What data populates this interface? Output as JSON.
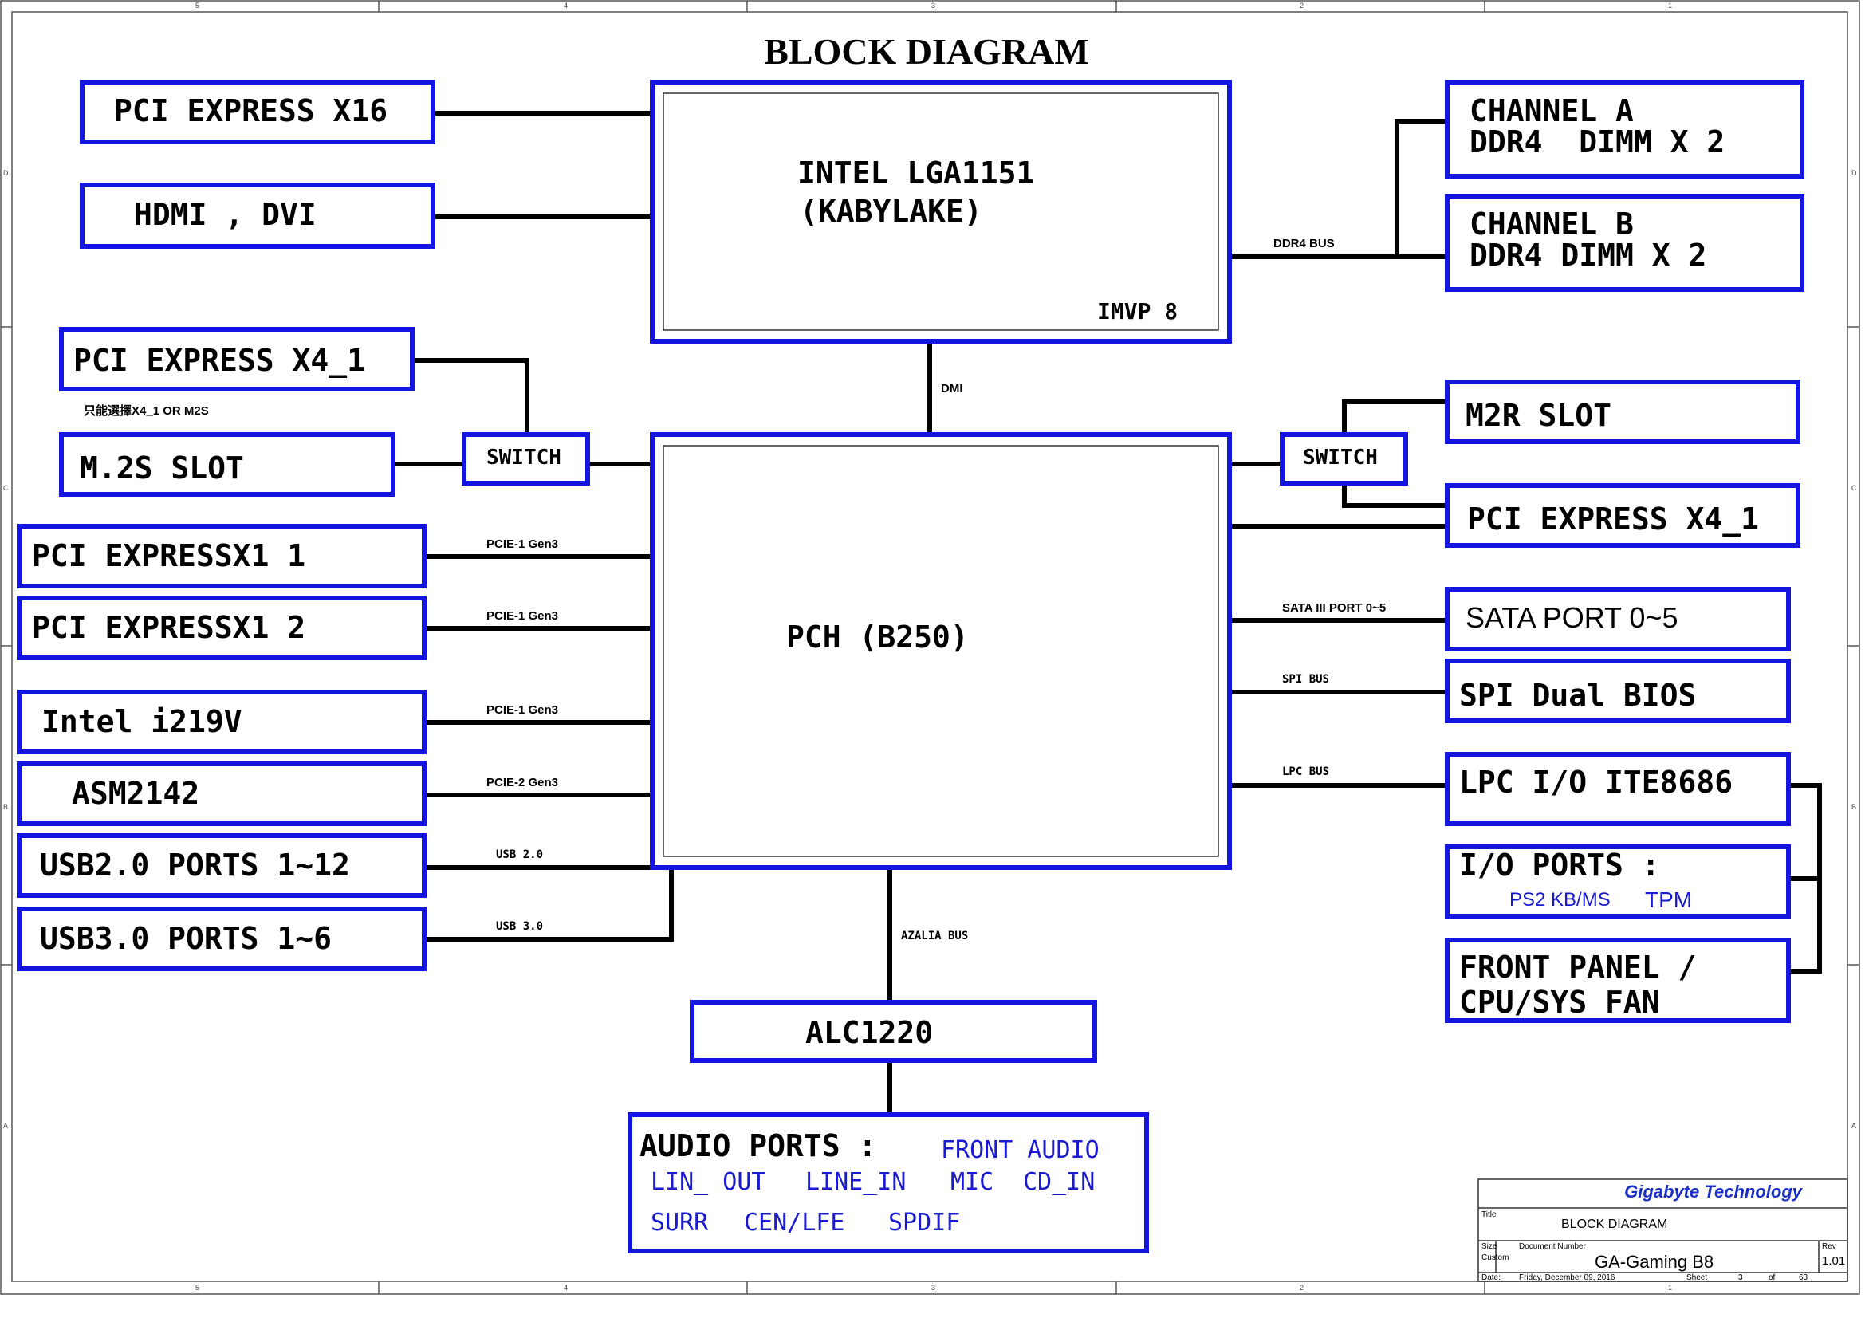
{
  "title": "BLOCK DIAGRAM",
  "colors": {
    "box_border": "#1515e0",
    "line": "#000000",
    "frame": "#555555",
    "blue_text": "#1a1ad0",
    "title_block_text": "#1a2fc8"
  },
  "frame_labels": {
    "top": [
      "5",
      "4",
      "3",
      "2",
      "1"
    ],
    "bottom": [
      "5",
      "4",
      "3",
      "2",
      "1"
    ],
    "left": [
      "D",
      "C",
      "B",
      "A"
    ],
    "right": [
      "D",
      "C",
      "B",
      "A"
    ]
  },
  "blocks": {
    "cpu": {
      "line1": "INTEL LGA1151",
      "line2": "(KABYLAKE)",
      "imvp": "IMVP 8"
    },
    "pch": {
      "label": "PCH (B250)"
    },
    "pcie_x16": "PCI EXPRESS X16",
    "hdmi_dvi": "HDMI , DVI",
    "pcie_x4_left": "PCI EXPRESS X4_1",
    "switch_note": "只能選擇X4_1 OR M2S",
    "m2s": "M.2S SLOT",
    "switch_left": "SWITCH",
    "pcie_x1_1": "PCI EXPRESSX1 1",
    "pcie_x1_2": "PCI EXPRESSX1 2",
    "intel_lan": "Intel i219V",
    "asm": "ASM2142",
    "usb2": "USB2.0 PORTS 1~12",
    "usb3": "USB3.0 PORTS 1~6",
    "channel_a": {
      "line1": "CHANNEL A",
      "line2": "DDR4  DIMM X 2"
    },
    "channel_b": {
      "line1": "CHANNEL B",
      "line2": "DDR4 DIMM X 2"
    },
    "m2r": "M2R SLOT",
    "switch_right": "SWITCH",
    "pcie_x4_right": "PCI EXPRESS X4_1",
    "sata": "SATA PORT 0~5",
    "spi": "SPI Dual BIOS",
    "lpc": "LPC I/O ITE8686",
    "io_ports": {
      "line1": "I/O PORTS :",
      "ps2": "PS2 KB/MS",
      "tpm": "TPM"
    },
    "front_panel": {
      "line1": "FRONT PANEL /",
      "line2": "CPU/SYS FAN"
    },
    "alc": "ALC1220",
    "audio": {
      "header": "AUDIO PORTS :",
      "front_audio": "FRONT AUDIO",
      "line_out": "LIN_ OUT",
      "line_in": "LINE_IN",
      "mic": "MIC",
      "cd_in": "CD_IN",
      "surr": "SURR",
      "cen_lfe": "CEN/LFE",
      "spdif": "SPDIF"
    }
  },
  "buses": {
    "ddr4": "DDR4 BUS",
    "dmi": "DMI",
    "pcie1_gen3_a": "PCIE-1 Gen3",
    "pcie1_gen3_b": "PCIE-1 Gen3",
    "pcie1_gen3_c": "PCIE-1 Gen3",
    "pcie2_gen3": "PCIE-2 Gen3",
    "usb20": "USB 2.0",
    "usb30": "USB 3.0",
    "sata": "SATA III PORT 0~5",
    "spi": "SPI BUS",
    "lpc": "LPC BUS",
    "azalia": "AZALIA BUS"
  },
  "title_block": {
    "company": "Gigabyte Technology",
    "title_label": "Title",
    "title_value": "BLOCK DIAGRAM",
    "size_label": "Size",
    "size_value": "Custom",
    "doc_label": "Document Number",
    "doc_value": "GA-Gaming B8",
    "rev_label": "Rev",
    "rev_value": "1.01",
    "date_label": "Date:",
    "date_value": "Friday, December 09, 2016",
    "sheet_label": "Sheet",
    "sheet_num": "3",
    "of_label": "of",
    "sheet_total": "63"
  }
}
